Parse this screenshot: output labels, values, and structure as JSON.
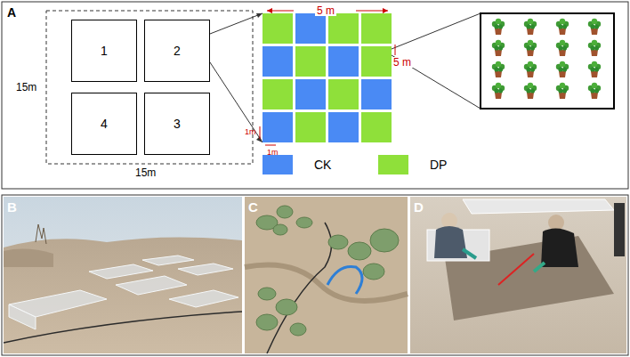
{
  "diagram": {
    "nodes": [
      {
        "text": [
          "1"
        ]
      },
      {
        "text": [
          "2"
        ]
      },
      {
        "text": [
          "3"
        ]
      },
      {
        "text": [
          "4"
        ]
      }
    ],
    "labels": [
      "A",
      "15m",
      "15m",
      "5 m",
      "5 m",
      "1m",
      "1m",
      "B",
      "C",
      "D"
    ],
    "legend": [
      {
        "text": "CK",
        "color": "#4a8af4"
      },
      {
        "text": "DP",
        "color": "#8fe03a"
      }
    ]
  }
}
